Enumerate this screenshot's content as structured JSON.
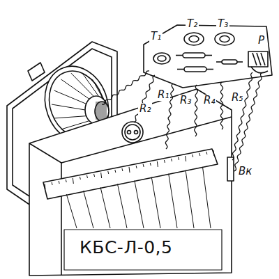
{
  "diagram": {
    "labels": [
      "Т₁",
      "Т₂",
      "Т₃",
      "Р",
      "R₁",
      "R₂",
      "R₃",
      "R₄",
      "R₅",
      "Вк",
      "КБС-Л-0,5"
    ]
  }
}
